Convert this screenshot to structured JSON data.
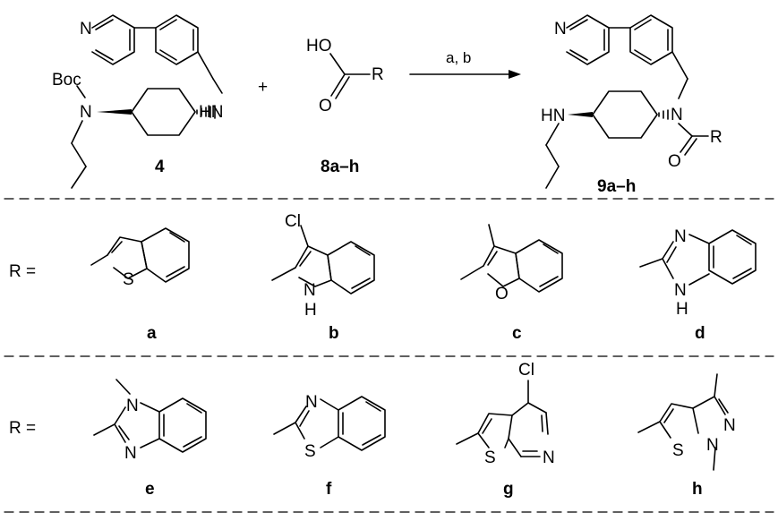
{
  "scheme": {
    "reactant_amine": {
      "label": "4",
      "atoms": {
        "pyridine_n": "N",
        "boc": "Boc",
        "carbamate_n": "N",
        "amine": "HN"
      }
    },
    "plus_sign": "+",
    "acid": {
      "label": "8a–h",
      "atoms": {
        "hydroxyl": "HO",
        "carbonyl_o": "O",
        "r_group": "R"
      }
    },
    "conditions": "a, b",
    "product": {
      "label": "9a–h",
      "atoms": {
        "pyridine_n": "N",
        "amine": "HN",
        "amide_n": "N",
        "carbonyl_o": "O",
        "r_group": "R"
      }
    },
    "r_equals_row1": "R =",
    "r_equals_row2": "R =",
    "substituents": [
      {
        "label": "a",
        "atoms": {
          "s": "S"
        }
      },
      {
        "label": "b",
        "atoms": {
          "cl": "Cl",
          "n": "N",
          "h": "H"
        }
      },
      {
        "label": "c",
        "atoms": {
          "o": "O"
        }
      },
      {
        "label": "d",
        "atoms": {
          "n": "N",
          "nh": "N",
          "h": "H"
        }
      },
      {
        "label": "e",
        "atoms": {
          "n1": "N",
          "n2": "N"
        }
      },
      {
        "label": "f",
        "atoms": {
          "n": "N",
          "s": "S"
        }
      },
      {
        "label": "g",
        "atoms": {
          "cl": "Cl",
          "s": "S",
          "n": "N"
        }
      },
      {
        "label": "h",
        "atoms": {
          "s": "S",
          "n1": "N",
          "n2": "N"
        }
      }
    ]
  }
}
